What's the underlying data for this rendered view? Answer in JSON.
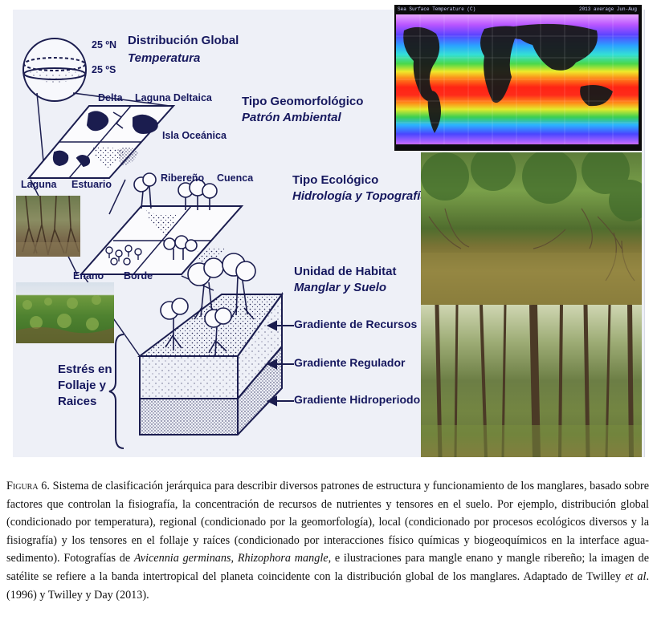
{
  "diagram": {
    "labels": {
      "lat_north": "25 ºN",
      "lat_south": "25 ºS",
      "global_title": "Distribución Global",
      "global_sub": "Temperatura",
      "delta": "Delta",
      "laguna_deltaica": "Laguna Deltaica",
      "isla_oceanica": "Isla Oceánica",
      "laguna": "Laguna",
      "estuario": "Estuario",
      "geomorf_title": "Tipo Geomorfológico",
      "geomorf_sub": "Patrón Ambiental",
      "ribereno": "Ribereño",
      "cuenca": "Cuenca",
      "ecol_title": "Tipo Ecológico",
      "ecol_sub": "Hidrología y Topografía",
      "enano": "Enano",
      "borde": "Borde",
      "habitat_title": "Unidad de Habitat",
      "habitat_sub": "Manglar y Suelo",
      "grad_recursos": "Gradiente de Recursos",
      "grad_regulador": "Gradiente Regulador",
      "grad_hidro": "Gradiente Hidroperiodo",
      "stress_1": "Estrés en",
      "stress_2": "Follaje y",
      "stress_3": "Raices"
    },
    "satellite_header_left": "Sea Surface Temperature (C)",
    "satellite_header_right": "2013 average Jun-Aug"
  },
  "caption": {
    "figure_label": "Figura 6.",
    "part1": " Sistema de clasificación jerárquica para describir diversos patrones de estructura y funcionamiento de los manglares, basado sobre factores que controlan la fisiografía, la concentración de recursos de nutrientes y tensores en el suelo. Por ejemplo, distribución global (condicionado por temperatura), regional (condicionado por la geomorfología), local (condicionado por procesos ecológicos diversos y la fisiografía) y los tensores en el follaje y raíces (condicionado por interacciones físico químicas y biogeoquímicos en la interface agua-sedimento). Fotografías de ",
    "species1": "Avicennia germinans",
    "sep": ", ",
    "species2": "Rhizophora mangle",
    "part2": ", e ilustraciones para mangle enano y mangle ribereño; la imagen de satélite se refiere a la banda intertropical del planeta coincidente con la distribución global de los manglares. Adaptado de Twilley ",
    "etal": "et al",
    "part3": ". (1996) y Twilley y Day (2013)."
  }
}
